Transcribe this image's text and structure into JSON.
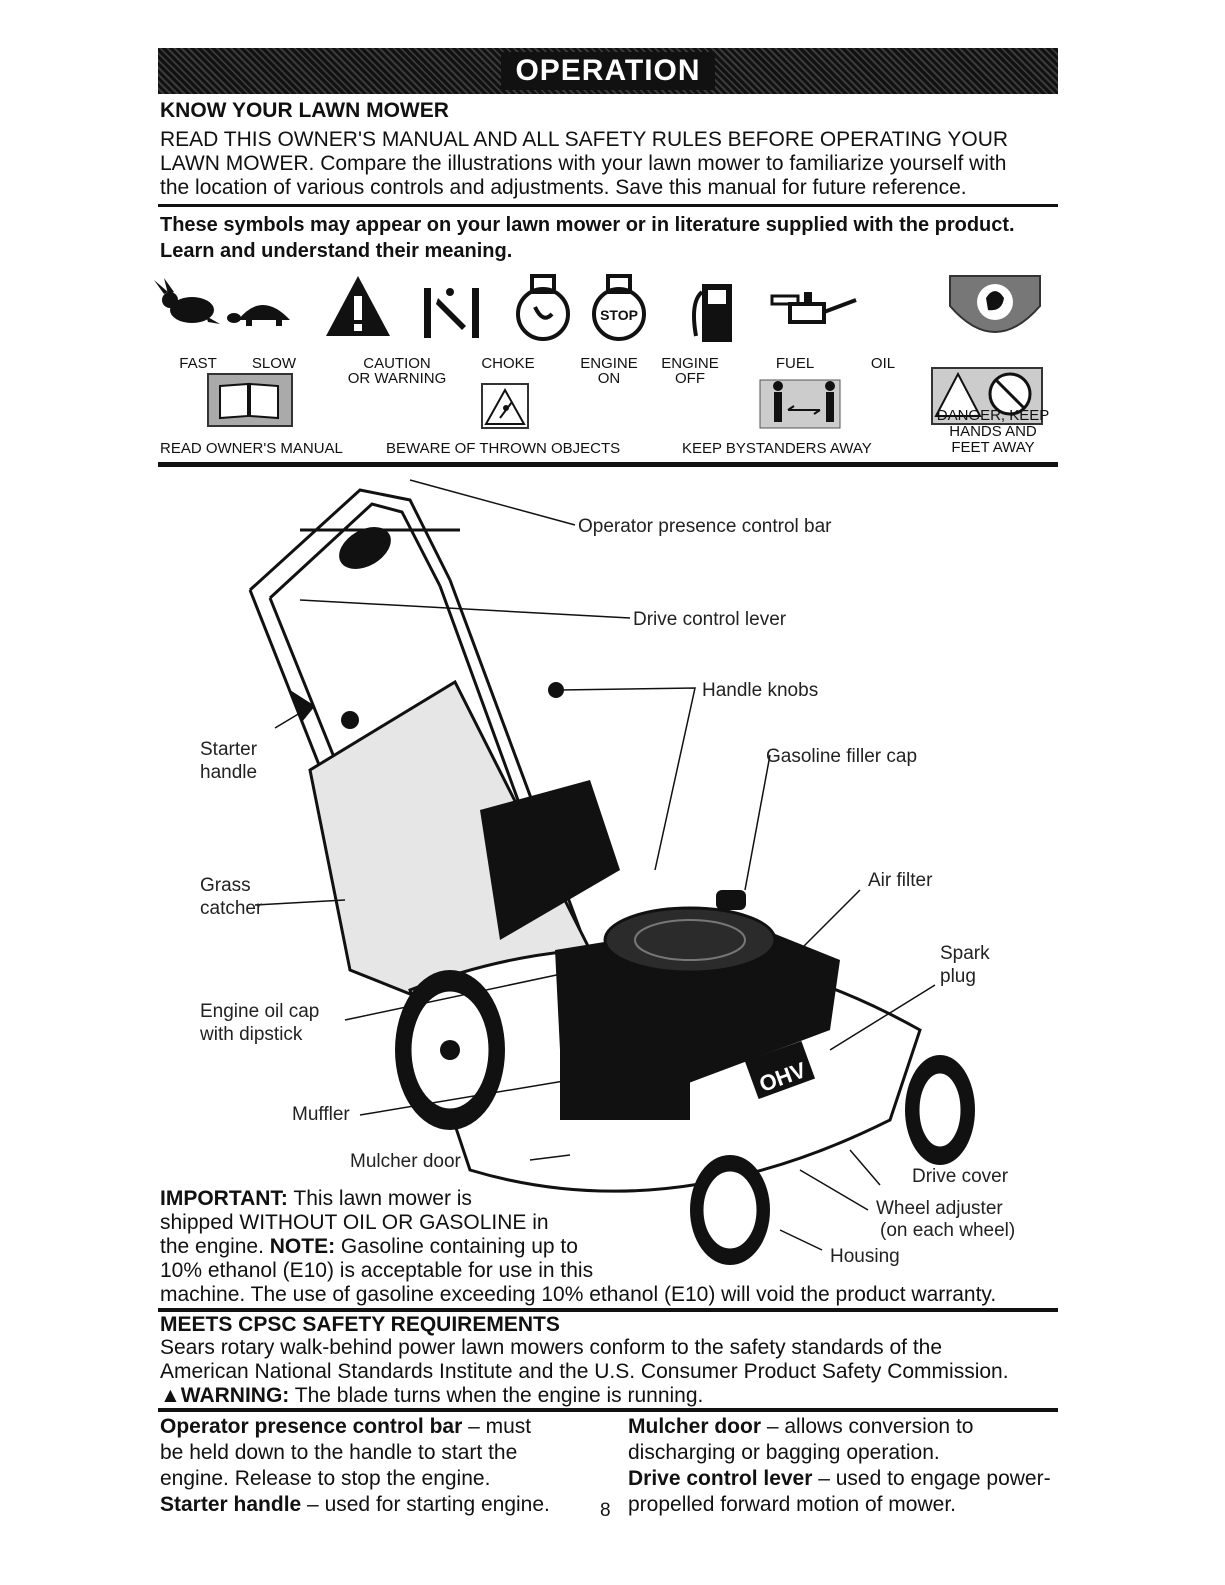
{
  "banner": "OPERATION",
  "know": {
    "heading": "KNOW YOUR LAWN MOWER",
    "line1": "READ THIS OWNER'S MANUAL AND ALL SAFETY RULES BEFORE OPERATING YOUR",
    "line2": "LAWN MOWER. Compare the illustrations with your lawn mower to familiarize yourself with",
    "line3": "the location of various controls and adjustments.  Save this manual for future reference."
  },
  "symbols": {
    "intro1": "These symbols may appear on your lawn mower or in literature supplied with the product.",
    "intro2": "Learn and understand their meaning.",
    "labels": {
      "fast": "FAST",
      "slow": "SLOW",
      "caution": "CAUTION",
      "caution2": "OR WARNING",
      "choke": "CHOKE",
      "engine_on": "ENGINE",
      "engine_on2": "ON",
      "engine_off": "ENGINE",
      "engine_off2": "OFF",
      "fuel": "FUEL",
      "oil": "OIL",
      "stop_text": "STOP",
      "read_manual": "READ OWNER'S MANUAL",
      "thrown": "BEWARE OF THROWN OBJECTS",
      "bystanders": "KEEP BYSTANDERS AWAY",
      "danger1": "DANGER, KEEP",
      "danger2": "HANDS AND",
      "danger3": "FEET AWAY"
    }
  },
  "callouts": {
    "opc_bar": "Operator presence control bar",
    "drive_lever": "Drive control lever",
    "handle_knobs": "Handle knobs",
    "starter1": "Starter",
    "starter2": "handle",
    "gas_cap": "Gasoline filler cap",
    "grass1": "Grass",
    "grass2": "catcher",
    "air_filter": "Air filter",
    "spark1": "Spark",
    "spark2": "plug",
    "oil_cap1": "Engine oil cap",
    "oil_cap2": "with dipstick",
    "muffler": "Muffler",
    "mulcher": "Mulcher door",
    "drive_cover": "Drive cover",
    "wheel_adj1": "Wheel adjuster",
    "wheel_adj2": "(on each wheel)",
    "housing": "Housing",
    "ohv": "OHV"
  },
  "important": {
    "label": "IMPORTANT:",
    "line1": " This lawn mower is",
    "line2": "shipped WITHOUT OIL OR GASOLINE in",
    "line3a": "the engine.  ",
    "note": "NOTE:",
    "line3b": " Gasoline containing up to",
    "line4": "10% ethanol (E10) is acceptable for use in this",
    "line5": "machine. The use of gasoline exceeding 10% ethanol (E10) will void the product warranty."
  },
  "cpsc": {
    "heading": "MEETS CPSC SAFETY REQUIREMENTS",
    "line1": "Sears rotary walk-behind power lawn mowers conform to the safety standards of the",
    "line2": "American National Standards Institute and the U.S. Consumer Product Safety Commission.",
    "warn_label": "WARNING:",
    "warn_text": " The blade turns when the engine is running."
  },
  "defs": {
    "opc_term": "Operator presence control bar",
    "opc_text1": " – must",
    "opc_text2": "be held down to the handle to start the",
    "opc_text3": "engine.  Release to stop the engine.",
    "starter_term": "Starter handle",
    "starter_text": " – used for starting engine.",
    "mulcher_term": "Mulcher door",
    "mulcher_text1": " – allows conversion to",
    "mulcher_text2": "discharging or bagging operation.",
    "drive_term": "Drive control lever",
    "drive_text1": " – used to engage power-",
    "drive_text2": "propelled forward motion of mower."
  },
  "page_number": "8"
}
